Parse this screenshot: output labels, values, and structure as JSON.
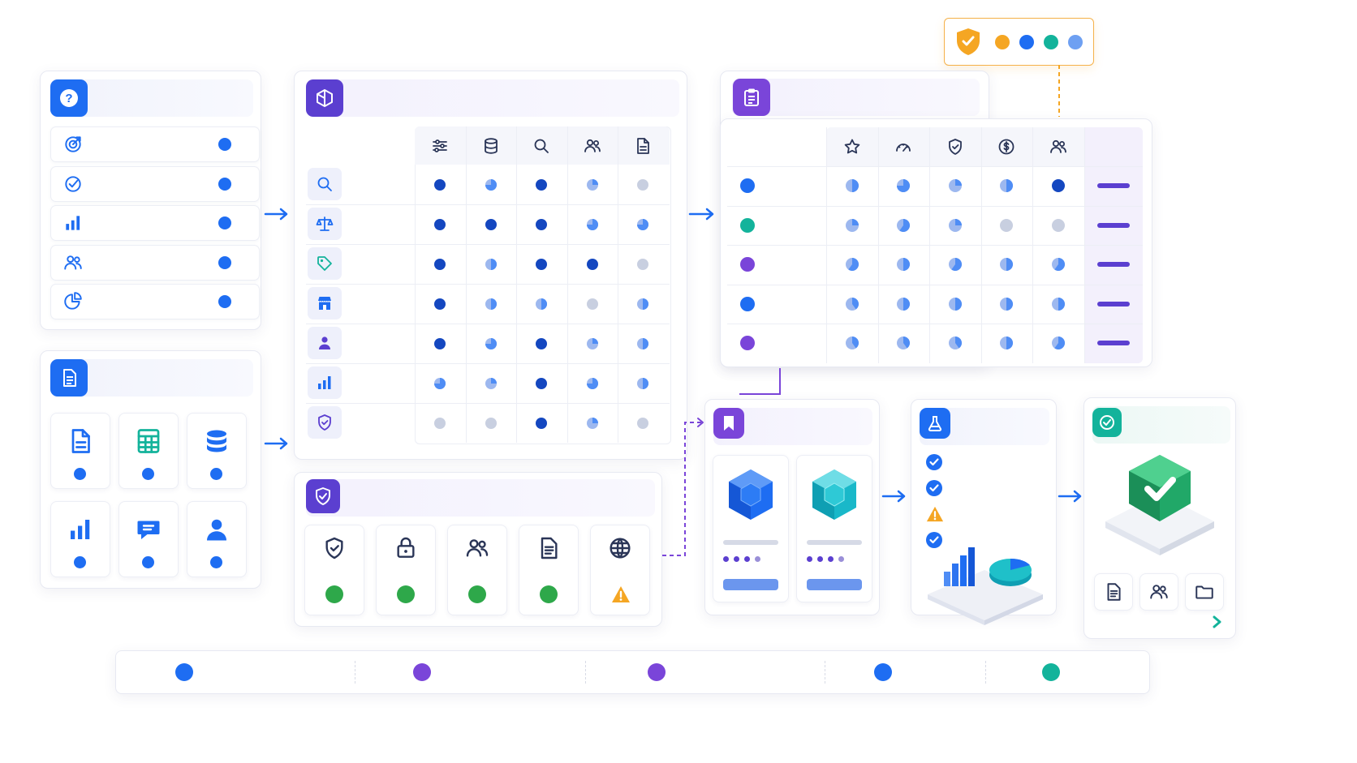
{
  "colors": {
    "blue": "#1e6df2",
    "dark_blue": "#1447c0",
    "mid_blue": "#4f8df5",
    "light_blue": "#9db8ef",
    "pale": "#c8cfe0",
    "purple": "#5b3fd0",
    "violet": "#7a45d9",
    "teal": "#13b39b",
    "green": "#2ea84a",
    "orange": "#f5a623"
  },
  "icons": {
    "panel1": [
      "question-icon",
      "target-icon",
      "check-circle-icon",
      "bar-chart-icon",
      "users-icon",
      "pie-chart-icon"
    ],
    "panel2": [
      "document-icon",
      "file-icon",
      "spreadsheet-icon",
      "database-icon",
      "bar-chart-icon",
      "chat-icon",
      "user-icon"
    ],
    "matrix_columns": [
      "sliders-icon",
      "database-icon",
      "search-icon",
      "users-icon",
      "file-icon"
    ],
    "matrix_rows": [
      "search-icon",
      "scale-icon",
      "tag-icon",
      "store-icon",
      "user-icon",
      "bar-chart-icon",
      "shield-icon"
    ],
    "compliance": [
      "shield-icon",
      "lock-icon",
      "users-icon",
      "document-icon",
      "globe-icon"
    ],
    "score_columns": [
      "star-icon",
      "gauge-icon",
      "shield-icon",
      "dollar-icon",
      "users-icon"
    ],
    "validation": [
      "check-circle-icon",
      "check-circle-icon",
      "warning-icon",
      "check-circle-icon"
    ],
    "output": [
      "document-icon",
      "users-icon",
      "folder-icon"
    ]
  },
  "matrix_levels": [
    [
      1.0,
      0.75,
      1.0,
      0.25,
      0.1
    ],
    [
      1.0,
      1.0,
      1.0,
      0.75,
      0.75
    ],
    [
      1.0,
      0.5,
      1.0,
      1.0,
      0.1
    ],
    [
      1.0,
      0.5,
      0.5,
      0.1,
      0.5
    ],
    [
      1.0,
      0.75,
      1.0,
      0.25,
      0.5
    ],
    [
      0.75,
      0.25,
      1.0,
      0.75,
      0.5
    ],
    [
      0.1,
      0.1,
      1.0,
      0.25,
      0.1
    ]
  ],
  "score_rows": [
    {
      "status": "#1e6df2",
      "levels": [
        0.5,
        0.75,
        0.25,
        0.5,
        1.0
      ]
    },
    {
      "status": "#13b39b",
      "levels": [
        0.25,
        0.6,
        0.25,
        0.1,
        0.1
      ]
    },
    {
      "status": "#7a45d9",
      "levels": [
        0.6,
        0.5,
        0.6,
        0.5,
        0.6
      ]
    },
    {
      "status": "#1e6df2",
      "levels": [
        0.4,
        0.5,
        0.5,
        0.5,
        0.5
      ]
    },
    {
      "status": "#7a45d9",
      "levels": [
        0.4,
        0.4,
        0.4,
        0.5,
        0.6
      ]
    }
  ],
  "compliance_status": [
    "ok",
    "ok",
    "ok",
    "ok",
    "warning"
  ],
  "legend_dots": [
    "#1e6df2",
    "#7a45d9",
    "#7a45d9",
    "#1e6df2",
    "#13b39b"
  ],
  "top_badge_dots": [
    "#f5a623",
    "#1e6df2",
    "#13b39b",
    "#6ea0f2"
  ]
}
